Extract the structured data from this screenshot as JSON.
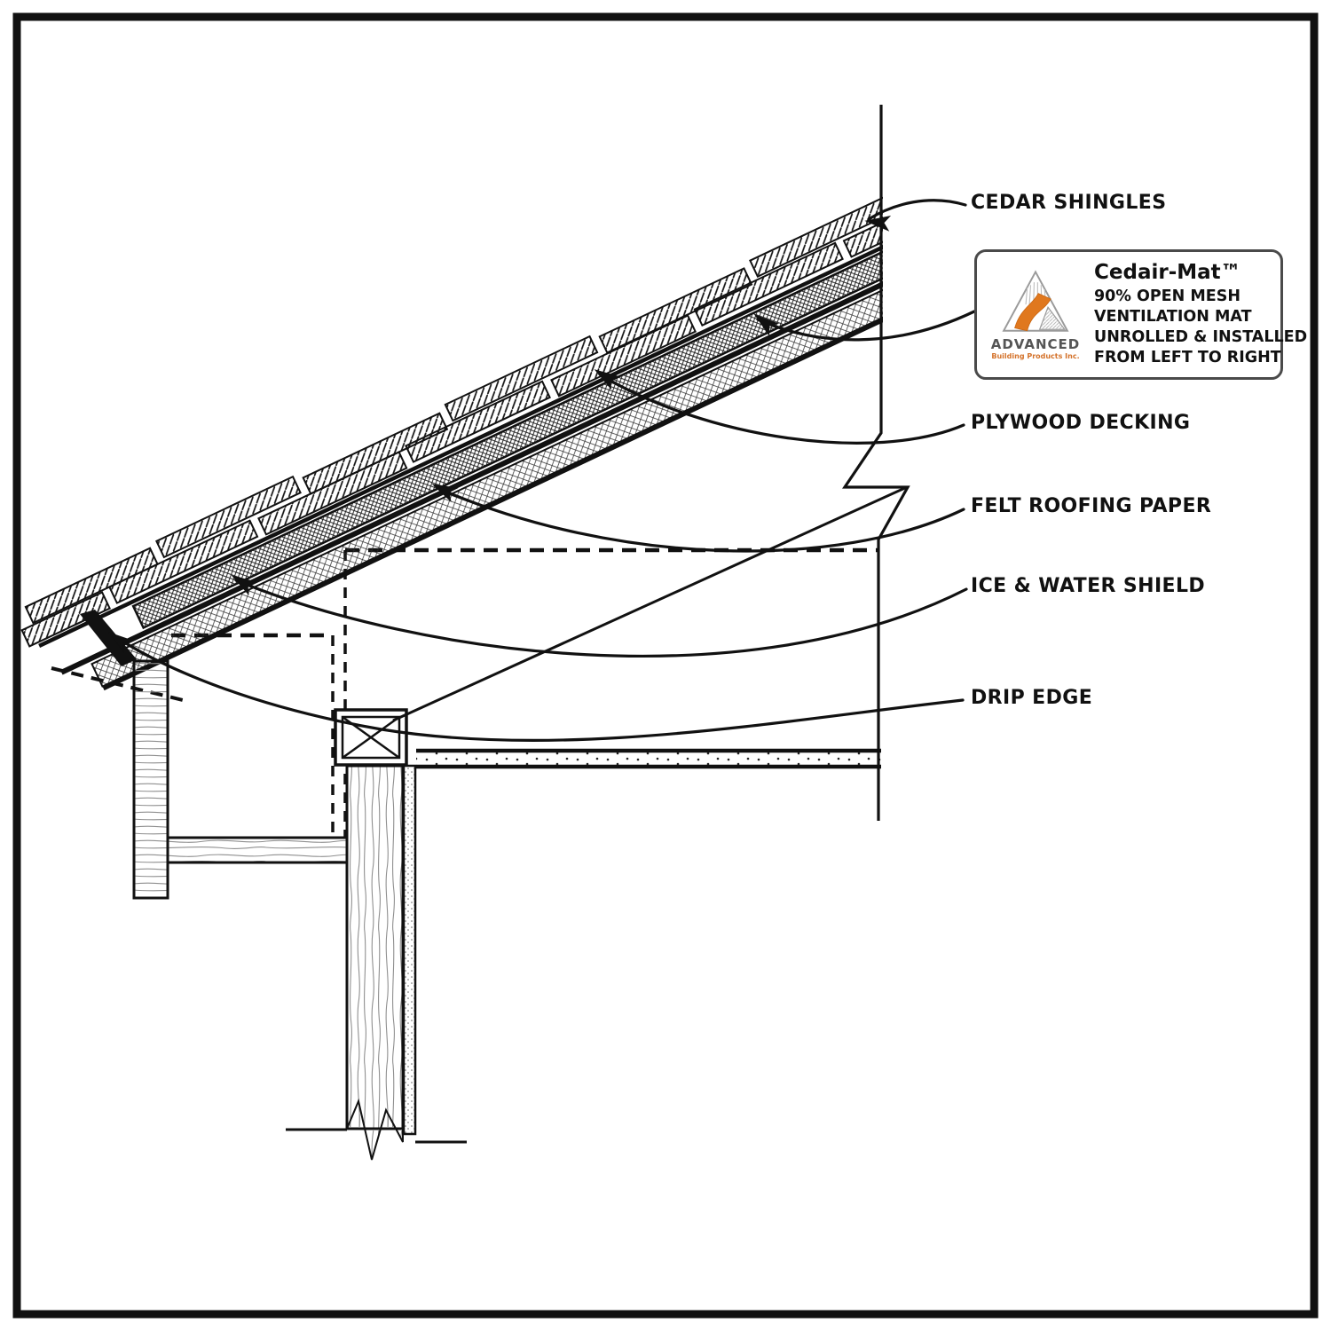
{
  "drawing": {
    "callouts": [
      {
        "id": "cedar-shingles",
        "label": "CEDAR SHINGLES"
      },
      {
        "id": "plywood-decking",
        "label": "PLYWOOD DECKING"
      },
      {
        "id": "felt-roofing-paper",
        "label": "FELT ROOFING PAPER"
      },
      {
        "id": "ice-water-shield",
        "label": "ICE & WATER SHIELD"
      },
      {
        "id": "drip-edge",
        "label": "DRIP EDGE"
      }
    ],
    "product_box": {
      "title": "Cedair-Mat™",
      "lines": [
        "90% OPEN MESH",
        "VENTILATION MAT",
        "UNROLLED & INSTALLED",
        "FROM LEFT TO RIGHT"
      ]
    },
    "logo": {
      "company": "ADVANCED",
      "tagline": "Building Products Inc."
    },
    "colors": {
      "ink": "#111111",
      "logo_orange": "#e0781e",
      "logo_gray": "#9a9a9a",
      "box_border": "#4a4a4a"
    }
  }
}
